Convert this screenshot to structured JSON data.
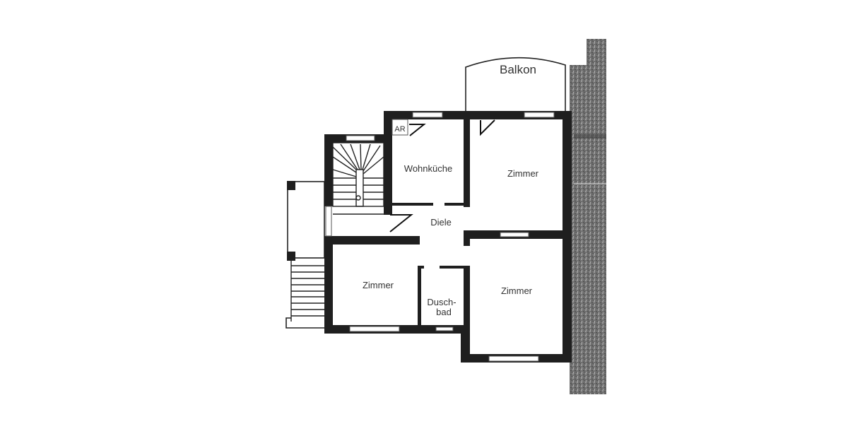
{
  "floorplan": {
    "rooms": {
      "balkon": "Balkon",
      "ar": "AR",
      "wohnkueche": "Wohnküche",
      "zimmer_ne": "Zimmer",
      "diele": "Diele",
      "zimmer_sw": "Zimmer",
      "duschbad_line1": "Dusch-",
      "duschbad_line2": "bad",
      "zimmer_se": "Zimmer"
    },
    "colors": {
      "wall": "#1f1f1f",
      "neighbor_texture": "#6e6e6e",
      "background": "#ffffff"
    }
  }
}
